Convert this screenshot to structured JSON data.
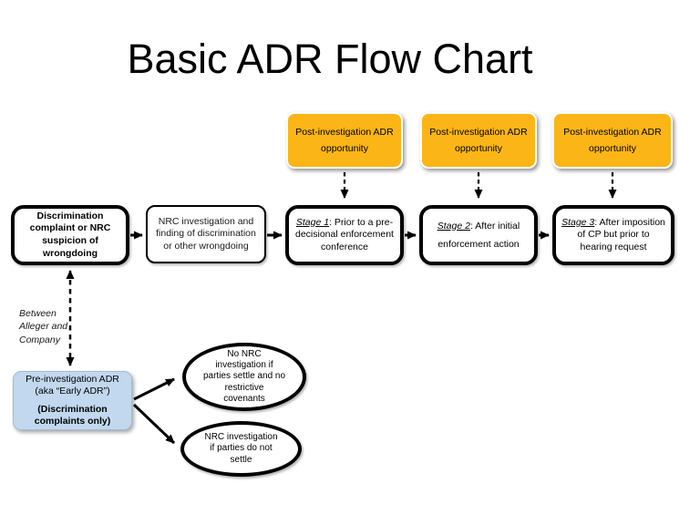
{
  "title": "Basic ADR Flow Chart",
  "colors": {
    "post_adr_fill": "#FBB516",
    "pre_adr_fill": "#C1D8EF",
    "pre_adr_border": "#A3BBD6",
    "line_color": "#000000"
  },
  "post_adr": {
    "label": "Post-investigation ADR\nopportunity"
  },
  "flow": {
    "complaint": "Discrimination\ncomplaint or NRC\nsuspicion of\nwrongdoing",
    "investigation": "NRC investigation and\nfinding of discrimination\nor other wrongdoing",
    "stages": [
      {
        "name": "Stage 1",
        "rest": ": Prior to a pre-decisional enforcement conference"
      },
      {
        "name": "Stage 2",
        "rest": ": After initial enforcement action"
      },
      {
        "name": "Stage 3",
        "rest": ": After imposition of CP but prior to hearing request"
      }
    ]
  },
  "between_label": "Between\nAlleger and\nCompany",
  "pre_adr": {
    "line1": "Pre-investigation ADR",
    "line2": "(aka “Early ADR”)",
    "emphasis": "(Discrimination\ncomplaints only)"
  },
  "outcomes": {
    "settle": "No NRC\ninvestigation if\nparties settle and no\nrestrictive\ncovenants",
    "no_settle": "NRC investigation\nif parties do not\nsettle"
  }
}
